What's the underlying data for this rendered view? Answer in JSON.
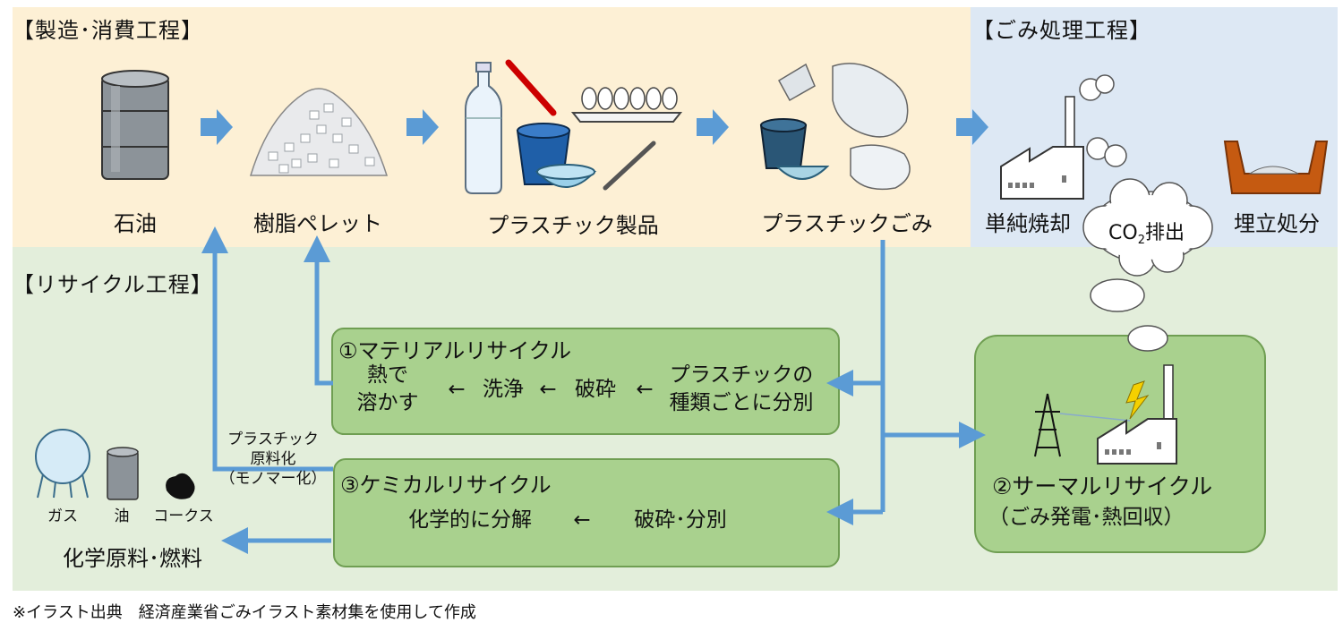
{
  "sections": {
    "production": "【製造･消費工程】",
    "disposal": "【ごみ処理工程】",
    "recycling": "【リサイクル工程】"
  },
  "flow": {
    "oil": "石油",
    "pellet": "樹脂ペレット",
    "products": "プラスチック製品",
    "waste": "プラスチックごみ",
    "incineration": "単純焼却",
    "co2_main": "CO",
    "co2_sub": "2",
    "co2_rest": "排出",
    "landfill": "埋立処分"
  },
  "material": {
    "title": "①マテリアルリサイクル",
    "melt_line1": "熱で",
    "melt_line2": "溶かす",
    "arrow": "←",
    "wash": "洗浄",
    "crush": "破砕",
    "sort_line1": "プラスチックの",
    "sort_line2": "種類ごとに分別"
  },
  "chemical": {
    "title": "③ケミカルリサイクル",
    "decompose": "化学的に分解",
    "arrow": "←",
    "crush_sort": "破砕･分別",
    "feedstock_line1": "プラスチック",
    "feedstock_line2": "原料化",
    "feedstock_line3": "（モノマー化）",
    "gas": "ガス",
    "oil": "油",
    "coke": "コークス",
    "result": "化学原料･燃料"
  },
  "thermal": {
    "title": "②サーマルリサイクル",
    "subtitle": "（ごみ発電･熱回収）"
  },
  "footnote": "※イラスト出典　経済産業省ごみイラスト素材集を使用して作成",
  "colors": {
    "production_bg": "#fdf0d5",
    "disposal_bg": "#dde8f4",
    "recycling_bg": "#e3eedb",
    "box_fill": "#a9d18e",
    "arrow_blue": "#5b9bd5"
  }
}
